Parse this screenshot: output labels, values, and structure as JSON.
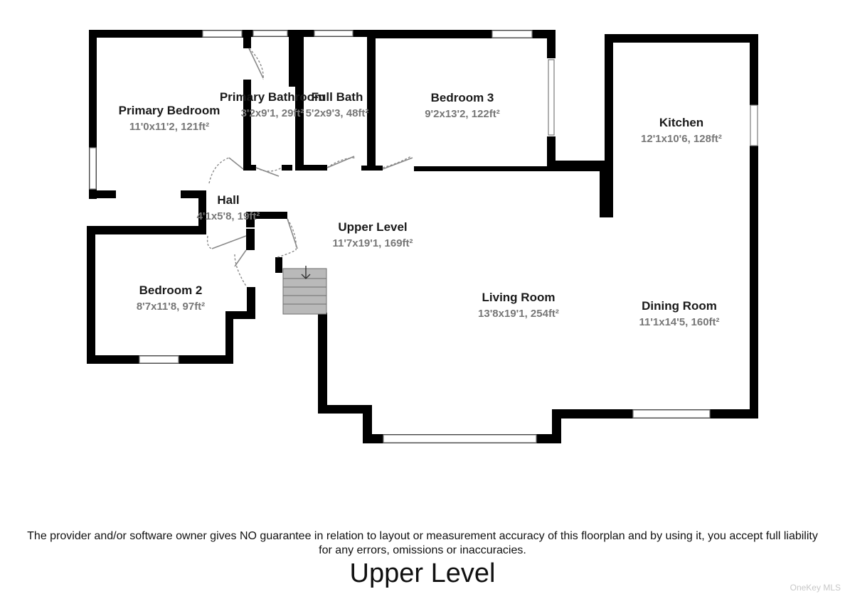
{
  "plan": {
    "title": "Upper Level",
    "disclaimer": "The provider and/or software owner gives NO guarantee in relation to layout or measurement accuracy of this floorplan and by using it, you accept full liability for any errors, omissions or inaccuracies.",
    "watermark": "OneKey MLS",
    "rooms": [
      {
        "name": "Primary Bedroom",
        "dims": "11'0x11'2, 121ft²"
      },
      {
        "name": "Primary Bathroom",
        "dims": "3'2x9'1, 29ft²"
      },
      {
        "name": "Full Bath",
        "dims": "5'2x9'3, 48ft²"
      },
      {
        "name": "Bedroom 3",
        "dims": "9'2x13'2, 122ft²"
      },
      {
        "name": "Kitchen",
        "dims": "12'1x10'6, 128ft²"
      },
      {
        "name": "Hall",
        "dims": "4'1x5'8, 19ft²"
      },
      {
        "name": "Upper Level",
        "dims": "11'7x19'1, 169ft²"
      },
      {
        "name": "Bedroom 2",
        "dims": "8'7x11'8, 97ft²"
      },
      {
        "name": "Living Room",
        "dims": "13'8x19'1, 254ft²"
      },
      {
        "name": "Dining Room",
        "dims": "11'1x14'5, 160ft²"
      }
    ],
    "stairs_direction": "down",
    "wall_color": "#000000",
    "stairs_color": "#b9b9b9"
  }
}
